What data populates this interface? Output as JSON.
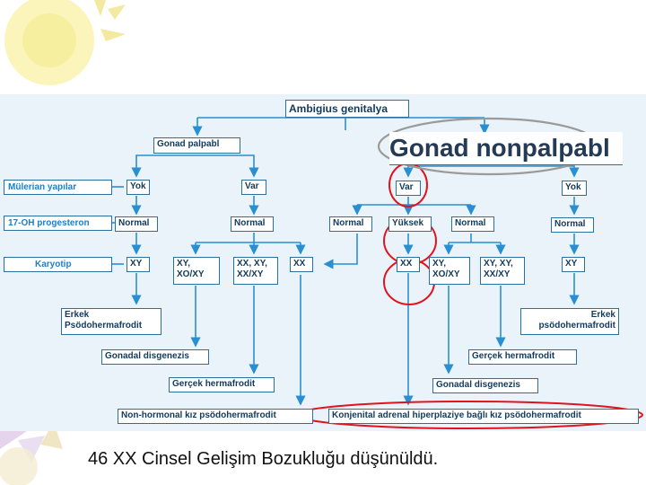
{
  "colors": {
    "accent": "#1f7fc4",
    "highlight_red": "#e0141e",
    "highlight_grey": "#9a9a9a",
    "line": "#2a8fd0"
  },
  "root": "Ambigius genitalya",
  "branches": {
    "left": "Gonad palpabl",
    "right": "Gonad nonpalpabl"
  },
  "row_labels": {
    "mullerian": "Mülerian yapılar",
    "ohp": "17-OH progesteron",
    "karyotype": "Karyotip"
  },
  "mullerian": {
    "left_yok": "Yok",
    "left_var": "Var",
    "right_var": "Var",
    "right_yok": "Yok"
  },
  "ohp": {
    "n1": "Normal",
    "n2": "Normal",
    "n3": "Normal",
    "high": "Yüksek",
    "n4": "Normal",
    "n5": "Normal"
  },
  "karyotype": {
    "k1": "XY",
    "k2": "XY, XO/XY",
    "k3": "XX, XY, XX/XY",
    "k4": "XX",
    "k5": "XX",
    "k6": "XY, XO/XY",
    "k7": "XY, XY, XX/XY",
    "k8": "XY"
  },
  "diagnoses": {
    "male_pseudo_left": "Erkek Psödohermafrodit",
    "male_pseudo_right": "Erkek psödohermafrodit",
    "gonadal_left": "Gonadal disgenezis",
    "true_left": "Gerçek hermafrodit",
    "nonhormonal": "Non-hormonal kız psödohermafrodit",
    "cah": "Konjenital adrenal hiperplaziye bağlı kız psödohermafrodit",
    "true_right": "Gerçek hermafrodit",
    "gonadal_right": "Gonadal disgenezis"
  },
  "caption": "46 XX Cinsel Gelişim Bozukluğu düşünüldü."
}
